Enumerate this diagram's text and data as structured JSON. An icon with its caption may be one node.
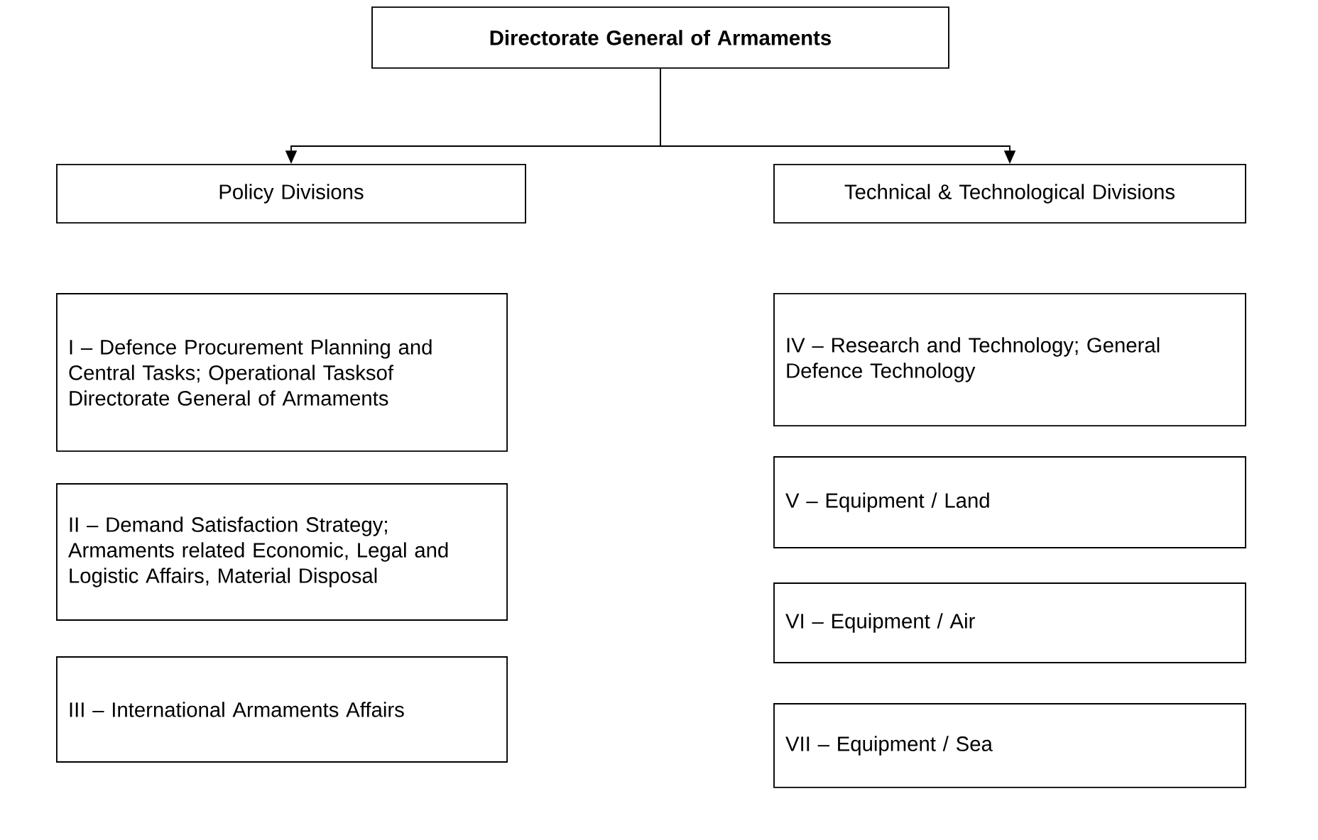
{
  "diagram": {
    "nodes": [
      {
        "text": [
          "Directorate General of Armaments"
        ]
      },
      {
        "text": [
          "Policy Divisions"
        ]
      },
      {
        "text": [
          "Technical & Technological Divisions"
        ]
      },
      {
        "text": [
          "I – Defence Procurement Planning and Central Tasks; Operational Tasksof Directorate General of Armaments"
        ]
      },
      {
        "text": [
          "II – Demand Satisfaction Strategy; Armaments related Economic, Legal and Logistic Affairs, Material Disposal"
        ]
      },
      {
        "text": [
          "III – International Armaments Affairs"
        ]
      },
      {
        "text": [
          "IV – Research and Technology; General Defence Technology"
        ]
      },
      {
        "text": [
          "V – Equipment / Land"
        ]
      },
      {
        "text": [
          "VI – Equipment / Air"
        ]
      },
      {
        "text": [
          "VII – Equipment / Sea"
        ]
      }
    ],
    "edges": [
      {
        "from": 0,
        "to": 1,
        "arrow": "to"
      },
      {
        "from": 0,
        "to": 2,
        "arrow": "to"
      }
    ]
  }
}
